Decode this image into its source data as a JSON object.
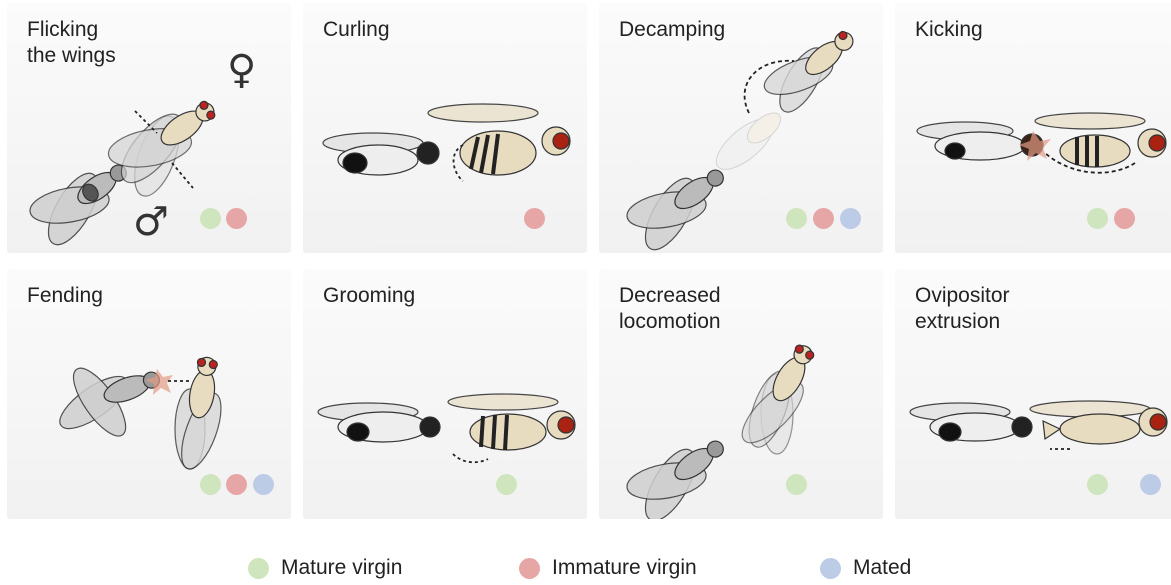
{
  "colors": {
    "mature_virgin": "#cfe5bd",
    "immature_virgin": "#e6a6a6",
    "mated": "#bccbe6"
  },
  "panels": [
    {
      "title": "Flicking\nthe wings",
      "symbols": [
        "♀",
        "♂"
      ],
      "categories": [
        "mature_virgin",
        "immature_virgin"
      ]
    },
    {
      "title": "Curling",
      "categories": [
        "immature_virgin"
      ]
    },
    {
      "title": "Decamping",
      "categories": [
        "mature_virgin",
        "immature_virgin",
        "mated"
      ]
    },
    {
      "title": "Kicking",
      "categories": [
        "mature_virgin",
        "immature_virgin"
      ]
    },
    {
      "title": "Fending",
      "categories": [
        "mature_virgin",
        "immature_virgin",
        "mated"
      ]
    },
    {
      "title": "Grooming",
      "categories": [
        "mature_virgin"
      ]
    },
    {
      "title": "Decreased\nlocomotion",
      "categories": [
        "mature_virgin"
      ]
    },
    {
      "title": "Ovipositor\nextrusion",
      "categories": [
        "mature_virgin",
        "mated"
      ]
    }
  ],
  "legend": [
    {
      "key": "mature_virgin",
      "label": "Mature virgin"
    },
    {
      "key": "immature_virgin",
      "label": "Immature virgin"
    },
    {
      "key": "mated",
      "label": "Mated"
    }
  ]
}
